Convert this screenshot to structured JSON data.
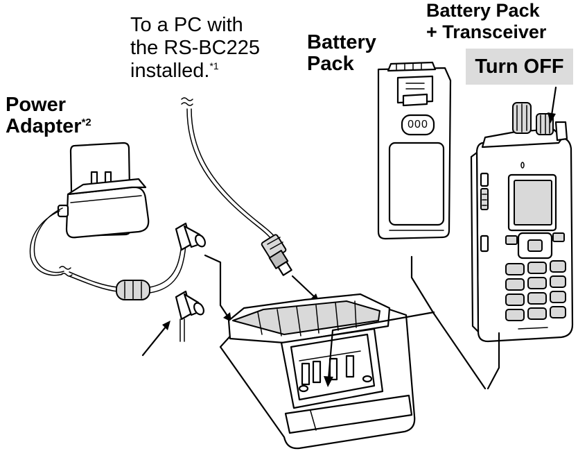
{
  "labels": {
    "pc_line1": "To a PC with",
    "pc_line2": "the RS-BC225",
    "pc_line3": "installed.",
    "pc_note_mark": "*1",
    "power_line1": "Power",
    "power_line2": "Adapter",
    "power_note_mark": "*2",
    "battery_line1": "Battery",
    "battery_line2": "Pack",
    "combo_line1": "Battery Pack",
    "combo_line2": "+ Transceiver",
    "turn_off": "Turn OFF",
    "battery_badge": "000"
  },
  "colors": {
    "line": "#000000",
    "light_gray_fill": "#d9d9d9",
    "callout_gray": "#dcdcdc"
  }
}
